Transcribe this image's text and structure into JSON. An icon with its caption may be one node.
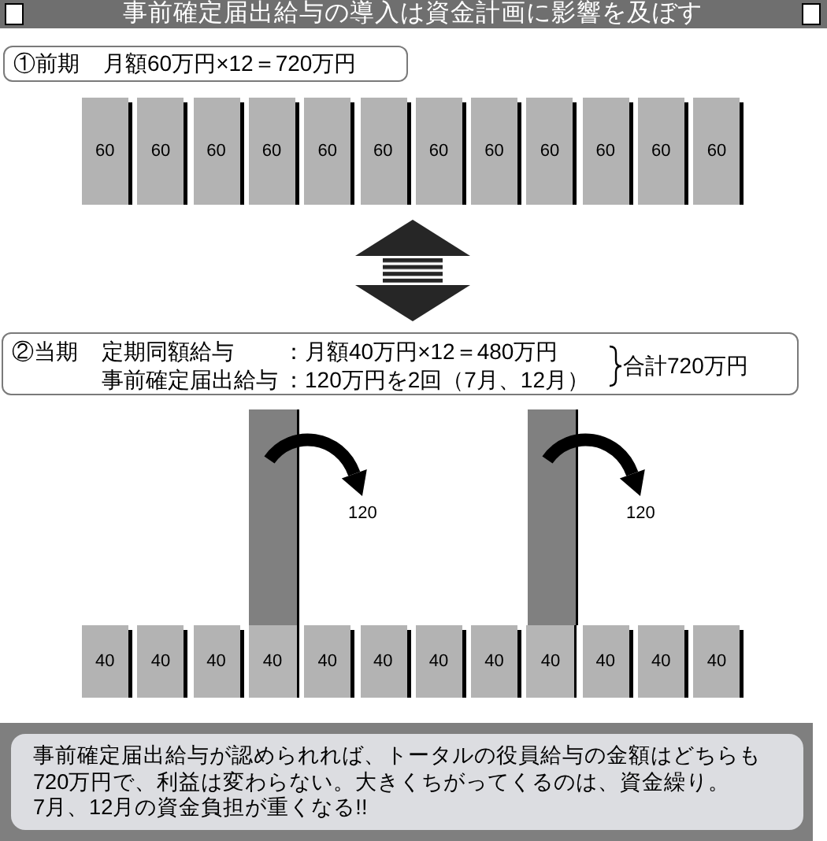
{
  "diagram": {
    "title": "事前確定届出給与の導入は資金計画に影響を及ぼす",
    "nodes": [
      {
        "text": [
          "①前期",
          "月額60万円×12＝720万円"
        ]
      },
      {
        "text": [
          "60"
        ]
      },
      {
        "text": [
          "60"
        ]
      },
      {
        "text": [
          "60"
        ]
      },
      {
        "text": [
          "60"
        ]
      },
      {
        "text": [
          "60"
        ]
      },
      {
        "text": [
          "60"
        ]
      },
      {
        "text": [
          "60"
        ]
      },
      {
        "text": [
          "60"
        ]
      },
      {
        "text": [
          "60"
        ]
      },
      {
        "text": [
          "60"
        ]
      },
      {
        "text": [
          "60"
        ]
      },
      {
        "text": [
          "60"
        ]
      },
      {
        "text": [
          "②当期",
          "定期同額給与",
          "：月額40万円×12＝480万円",
          "事前確定届出給与",
          "：120万円を2回（7月、12月）",
          "合計720万円"
        ]
      },
      {
        "text": [],
        "shape": "bar"
      },
      {
        "text": [
          "120"
        ]
      },
      {
        "text": [],
        "shape": "bar"
      },
      {
        "text": [
          "120"
        ]
      },
      {
        "text": [
          "40"
        ]
      },
      {
        "text": [
          "40"
        ]
      },
      {
        "text": [
          "40"
        ]
      },
      {
        "text": [
          "40"
        ]
      },
      {
        "text": [
          "40"
        ]
      },
      {
        "text": [
          "40"
        ]
      },
      {
        "text": [
          "40"
        ]
      },
      {
        "text": [
          "40"
        ]
      },
      {
        "text": [
          "40"
        ]
      },
      {
        "text": [
          "40"
        ]
      },
      {
        "text": [
          "40"
        ]
      },
      {
        "text": [
          "40"
        ]
      },
      {
        "text": [
          "事前確定届出給与が認められれば、トータルの役員給与の金額はどちらも720万円で、利益は変わらない。大きくちがってくるのは、資金繰り。",
          "7月、12月の資金負担が重くなる!!"
        ]
      }
    ],
    "edges": [
      {
        "from": 6,
        "to": 13,
        "arrow": "both"
      },
      {
        "from": 14,
        "to": 15,
        "arrow": "to"
      },
      {
        "from": 16,
        "to": 17,
        "arrow": "to"
      }
    ]
  }
}
